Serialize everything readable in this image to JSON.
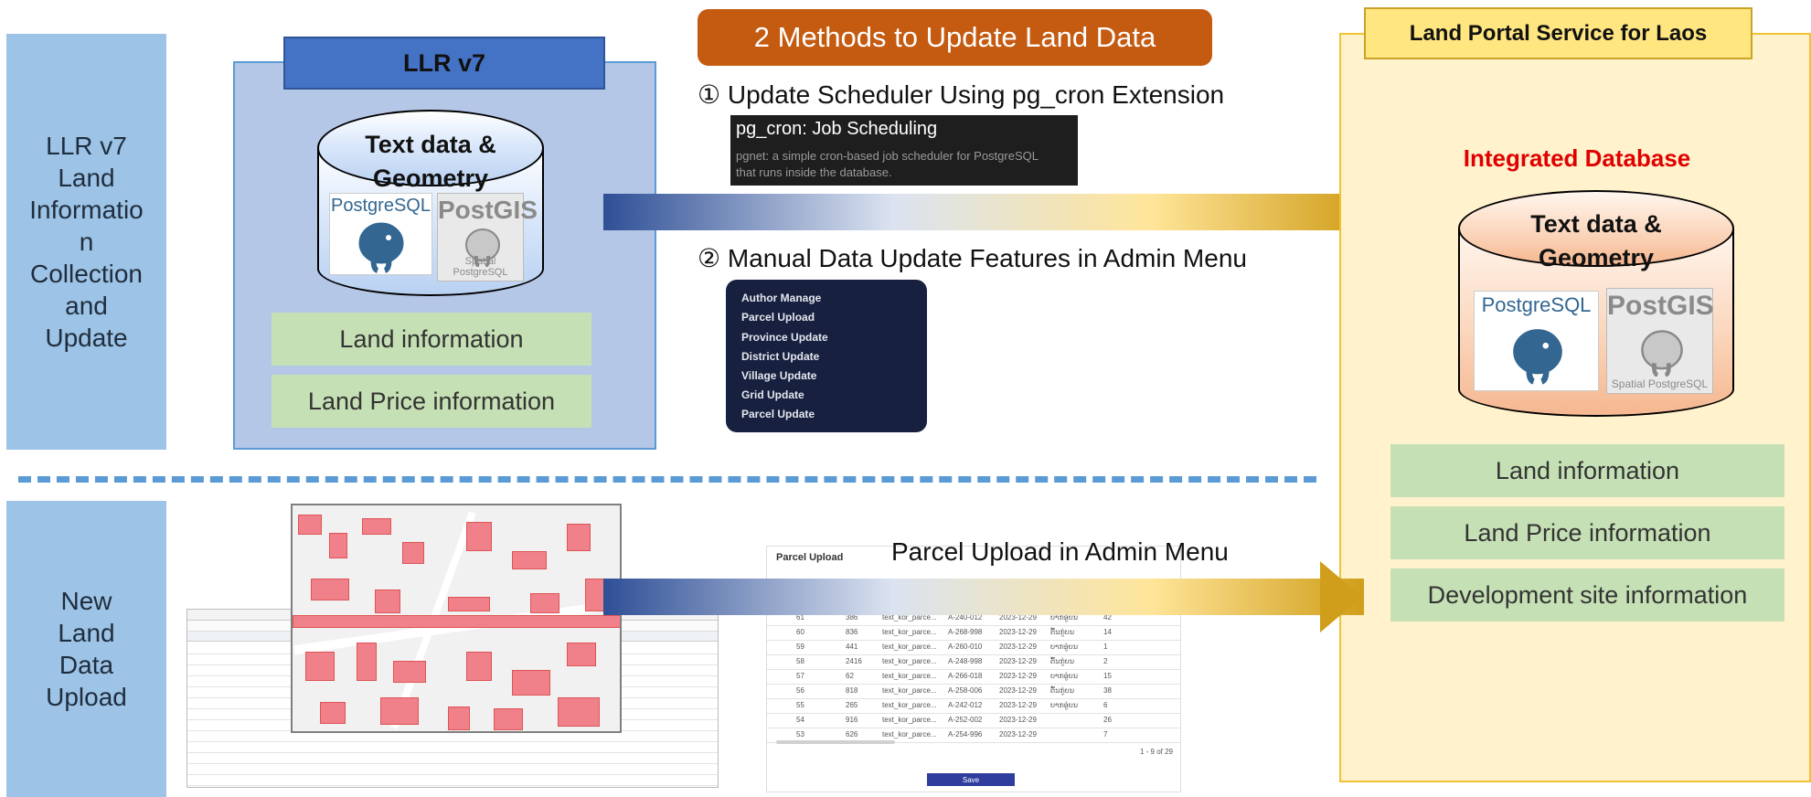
{
  "side_labels": {
    "top": "LLR v7\nLand\nInformatio\nn\nCollection\nand\nUpdate",
    "bottom": "New\nLand\nData\nUpload"
  },
  "llr": {
    "title": "LLR v7",
    "db_text": "Text data &\nGeometry",
    "logo_pg": "PostgreSQL",
    "logo_postgis": "PostGIS",
    "logo_postgis_sub": "Spatial PostgreSQL",
    "boxes": [
      "Land information",
      "Land Price information"
    ]
  },
  "methods": {
    "banner": "2 Methods to Update Land Data",
    "method1": "① Update Scheduler Using pg_cron Extension",
    "cron_title": "pg_cron: Job Scheduling",
    "cron_desc": "pgnet: a simple cron-based job scheduler for PostgreSQL\nthat runs inside the database.",
    "method2": "② Manual Data Update Features in Admin Menu",
    "admin_menu": [
      "Author Manage",
      "Parcel Upload",
      "Province Update",
      "District Update",
      "Village Update",
      "Grid Update",
      "Parcel Update"
    ]
  },
  "parcel_upload": {
    "caption": "Parcel Upload in Admin Menu",
    "header": "Parcel Upload",
    "rows": [
      [
        "61",
        "386",
        "text_kor_parce...",
        "A-240-012",
        "2023-12-29",
        "ບາກອູ່ບນ",
        "42"
      ],
      [
        "60",
        "836",
        "text_kor_parce...",
        "A-268-998",
        "2023-12-29",
        "ຕົ້ນກູ່ບນ",
        "14"
      ],
      [
        "59",
        "441",
        "text_kor_parce...",
        "A-260-010",
        "2023-12-29",
        "ບາກອູ່ບນ",
        "1"
      ],
      [
        "58",
        "2416",
        "text_kor_parce...",
        "A-248-998",
        "2023-12-29",
        "ຕົ້ນກູ່ບນ",
        "2"
      ],
      [
        "57",
        "62",
        "text_kor_parce...",
        "A-266-018",
        "2023-12-29",
        "ບາກອູ່ບນ",
        "15"
      ],
      [
        "56",
        "818",
        "text_kor_parce...",
        "A-258-006",
        "2023-12-29",
        "ຕົ້ນກູ່ບນ",
        "38"
      ],
      [
        "55",
        "265",
        "text_kor_parce...",
        "A-242-012",
        "2023-12-29",
        "ບາກອູ່ບນ",
        "6"
      ],
      [
        "54",
        "916",
        "text_kor_parce...",
        "A-252-002",
        "2023-12-29",
        "",
        "26"
      ],
      [
        "53",
        "626",
        "text_kor_parce...",
        "A-254-996",
        "2023-12-29",
        "",
        "7"
      ]
    ],
    "pagination": "1 - 9 of 29",
    "save": "Save"
  },
  "portal": {
    "title": "Land Portal Service for Laos",
    "integrated": "Integrated Database",
    "db_text": "Text data &\nGeometry",
    "boxes": [
      "Land information",
      "Land Price information",
      "Development site information"
    ]
  },
  "colors": {
    "side_label_bg": "#9dc3e6",
    "llr_panel": "#b4c7e7",
    "llr_title": "#4472c4",
    "banner": "#c55a11",
    "portal_panel": "#fff2cc",
    "portal_title": "#ffe680",
    "green_box": "#c5e0b4",
    "integrated_text": "#e00000",
    "arrow_start": "#2f4f96",
    "arrow_end": "#d09e1a",
    "divider": "#5b9bd5"
  }
}
